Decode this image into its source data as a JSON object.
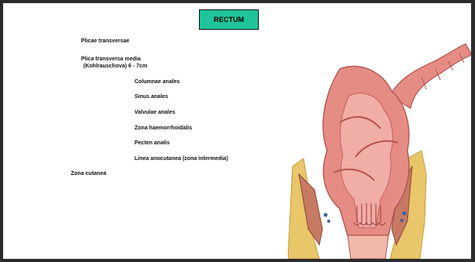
{
  "slide": {
    "title": "RECTUM",
    "labels": {
      "plicae_transversae": "Plicae transversae",
      "plica_media_line1": "Plica transversa media",
      "plica_media_line2": "(Kohlrauschova) 6 - 7cm",
      "columnae": "Columnae anales",
      "sinus": "Sinus anales",
      "valvulae": "Valvulae anales",
      "zona_haem": "Zona haemorrhoidalis",
      "pecten": "Pecten analis",
      "linea": "Linea anocutanea (zona intermedia)",
      "zona_cutanea": "Zona cutanea"
    },
    "illustration_icon": "rectum-anatomy-illustration"
  },
  "colors": {
    "title_bg": "#1fc49a",
    "frame": "#2b2b2b",
    "tissue": "#e58c84",
    "tissue_dark": "#b6534f",
    "fat": "#e8c66a"
  }
}
